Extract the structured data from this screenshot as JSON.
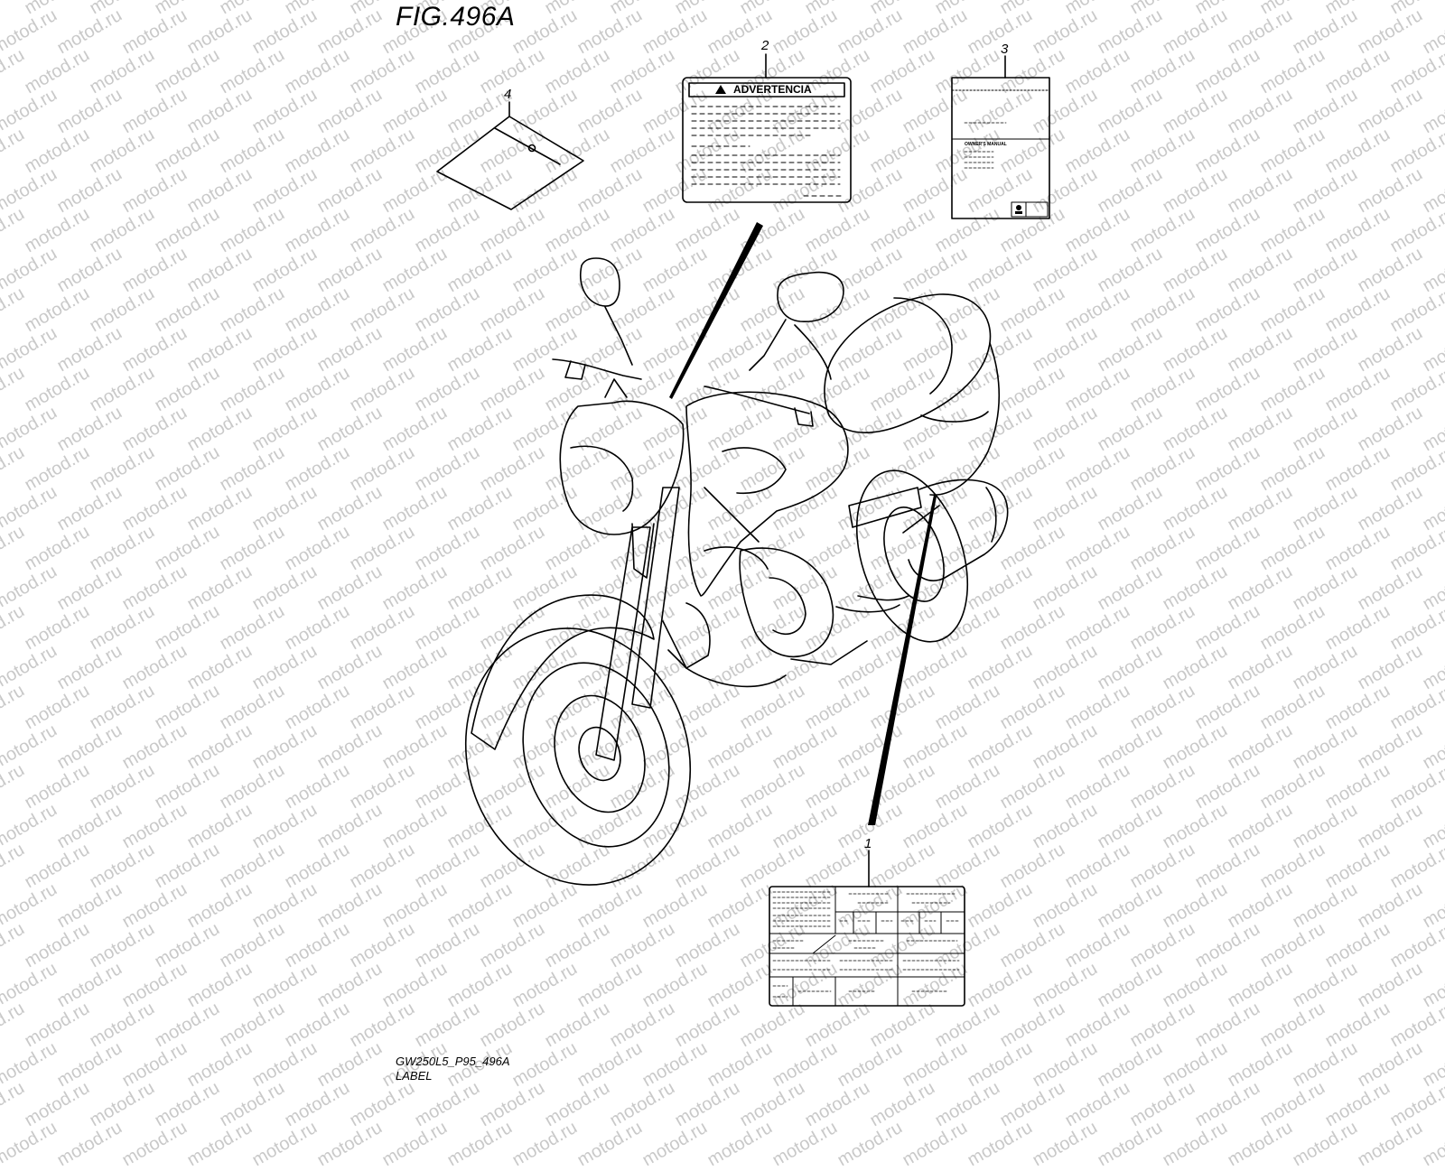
{
  "figure": {
    "title": "FIG.496A",
    "code": "GW250L5_P95_496A",
    "caption": "LABEL"
  },
  "callouts": [
    "1",
    "2",
    "3",
    "4"
  ],
  "label_2": {
    "heading": "ADVERTENCIA"
  },
  "manual_3": {
    "heading": "OWNER'S MANUAL"
  },
  "watermark": {
    "text": "motod.ru"
  }
}
